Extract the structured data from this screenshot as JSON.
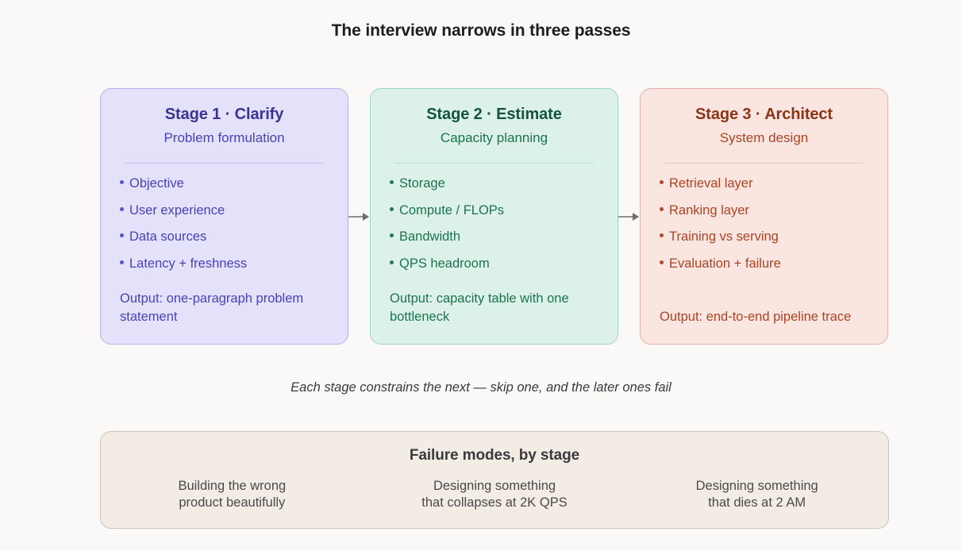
{
  "title": "The interview narrows in three passes",
  "caption": "Each stage constrains the next — skip one, and the later ones fail",
  "colors": {
    "background": "#faf9f7",
    "clarify_fill": "#e4e2fa",
    "clarify_border": "#b7b2ee",
    "clarify_text": "#4a42b8",
    "estimate_fill": "#dcf2e8",
    "estimate_border": "#9ed7bf",
    "estimate_text": "#1d7350",
    "architect_fill": "#fae5e0",
    "architect_border": "#e3b3a6",
    "architect_text": "#ac4424",
    "panel_fill": "#f2ece5",
    "panel_border": "#c9c3ba",
    "arrow": "#6e6e70"
  },
  "stages": [
    {
      "heading": "Stage 1 · Clarify",
      "subheading": "Problem formulation",
      "bullets": [
        "Objective",
        "User experience",
        "Data sources",
        "Latency + freshness"
      ],
      "output": "Output: one-paragraph problem statement"
    },
    {
      "heading": "Stage 2 · Estimate",
      "subheading": "Capacity planning",
      "bullets": [
        "Storage",
        "Compute / FLOPs",
        "Bandwidth",
        "QPS headroom"
      ],
      "output": "Output: capacity table with one bottleneck"
    },
    {
      "heading": "Stage 3 · Architect",
      "subheading": "System design",
      "bullets": [
        "Retrieval layer",
        "Ranking layer",
        "Training vs serving",
        "Evaluation + failure"
      ],
      "output": "Output: end-to-end pipeline trace"
    }
  ],
  "failure_panel": {
    "title": "Failure modes, by stage",
    "columns": [
      "Building the wrong\nproduct beautifully",
      "Designing something\nthat collapses at 2K QPS",
      "Designing something\nthat dies at 2 AM"
    ]
  }
}
